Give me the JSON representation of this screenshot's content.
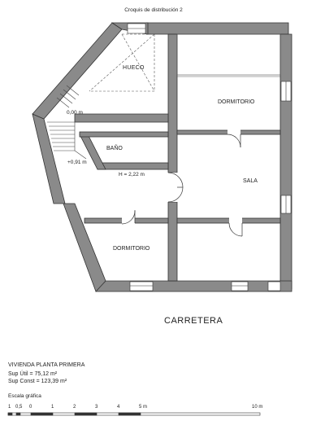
{
  "header": {
    "title": "Croquis de distribución 2"
  },
  "rooms": {
    "hueco": "HUECO",
    "dormitorio_top": "DORMITORIO",
    "bano": "BAÑO",
    "sala": "SALA",
    "dormitorio_bottom": "DORMITORIO"
  },
  "levels": {
    "stair_top": "0,00 m",
    "stair_landing": "+0,91 m",
    "ceiling": "H = 2,22 m"
  },
  "street": "CARRETERA",
  "info": {
    "line1": "VIVIENDA PLANTA PRIMERA",
    "line2": "Sup Útil = 75,12 m²",
    "line3": "Sup Const = 123,39 m²"
  },
  "scale": {
    "title": "Escala gráfica",
    "labels": [
      "1",
      "0,5",
      "0",
      "1",
      "2",
      "3",
      "4",
      "5 m",
      "10 m"
    ]
  }
}
